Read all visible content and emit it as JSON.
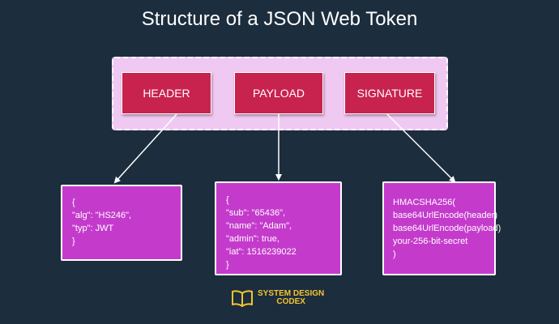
{
  "diagram": {
    "title": "Structure of a JSON Web Token",
    "segments": [
      {
        "label": "HEADER"
      },
      {
        "label": "PAYLOAD"
      },
      {
        "label": "SIGNATURE"
      }
    ],
    "header_box": {
      "lines": [
        "{",
        "\"alg\": \"HS246\",",
        "\"typ\": JWT",
        "}"
      ]
    },
    "payload_box": {
      "lines": [
        "{",
        "\"sub\": \"65436\",",
        "\"name\": \"Adam\",",
        "\"admin\": true,",
        "\"iat\": 1516239022",
        "}"
      ]
    },
    "signature_box": {
      "lines": [
        "HMACSHA256(",
        "base64UrlEncode(header)",
        "base64UrlEncode(payload)",
        "your-256-bit-secret",
        ")"
      ]
    },
    "brand": {
      "line1": "SYSTEM DESIGN",
      "line2": "CODEX"
    }
  },
  "colors": {
    "background": "#1c2d3d",
    "container": "#f0c9f3",
    "segment": "#c8234f",
    "detail_box": "#c43bcc",
    "brand": "#f4c430",
    "arrow": "#ffffff"
  },
  "icons": {
    "brand": "open-book-icon"
  }
}
